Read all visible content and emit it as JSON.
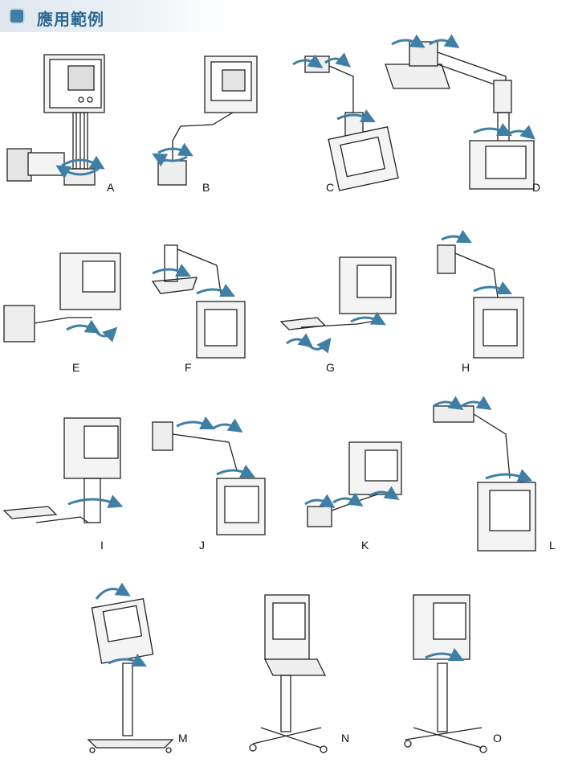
{
  "header": {
    "title": "應用範例",
    "accent": "#3f7fa6"
  },
  "arrow_color": "#3f7fa6",
  "examples": [
    {
      "label": "A"
    },
    {
      "label": "B"
    },
    {
      "label": "C"
    },
    {
      "label": "D"
    },
    {
      "label": "E"
    },
    {
      "label": "F"
    },
    {
      "label": "G"
    },
    {
      "label": "H"
    },
    {
      "label": "I"
    },
    {
      "label": "J"
    },
    {
      "label": "K"
    },
    {
      "label": "L"
    },
    {
      "label": "M"
    },
    {
      "label": "N"
    },
    {
      "label": "O"
    }
  ]
}
